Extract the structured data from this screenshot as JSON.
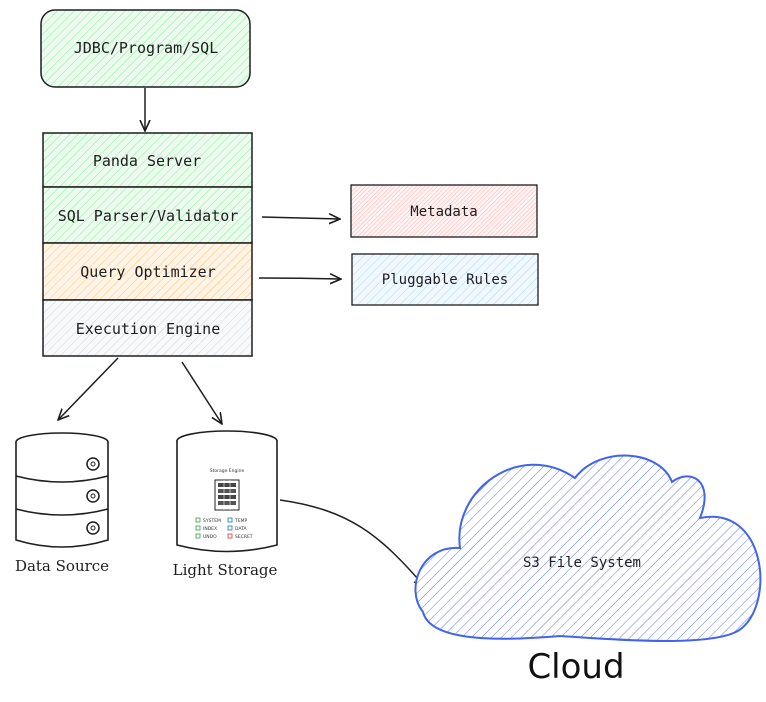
{
  "client": {
    "label": "JDBC/Program/SQL"
  },
  "stack": {
    "server": "Panda Server",
    "parser": "SQL Parser/Validator",
    "optimizer": "Query Optimizer",
    "engine": "Execution Engine"
  },
  "side": {
    "metadata": "Metadata",
    "rules": "Pluggable Rules"
  },
  "storage": {
    "data_source_label": "Data Source",
    "light_storage_label": "Light Storage",
    "engine_title": "Storage Engine",
    "legend": [
      "SYSTEM",
      "TEMP",
      "INDEX",
      "DATA",
      "UNDO",
      "SECRET"
    ]
  },
  "cloud": {
    "inner_label": "S3 File System",
    "title": "Cloud"
  },
  "colors": {
    "green": "#b2f2bb",
    "orange": "#ffd8a8",
    "gray": "#ced4da",
    "red": "#ffc9c9",
    "blue": "#a5d8ff",
    "cloud_stroke": "#4263eb"
  }
}
